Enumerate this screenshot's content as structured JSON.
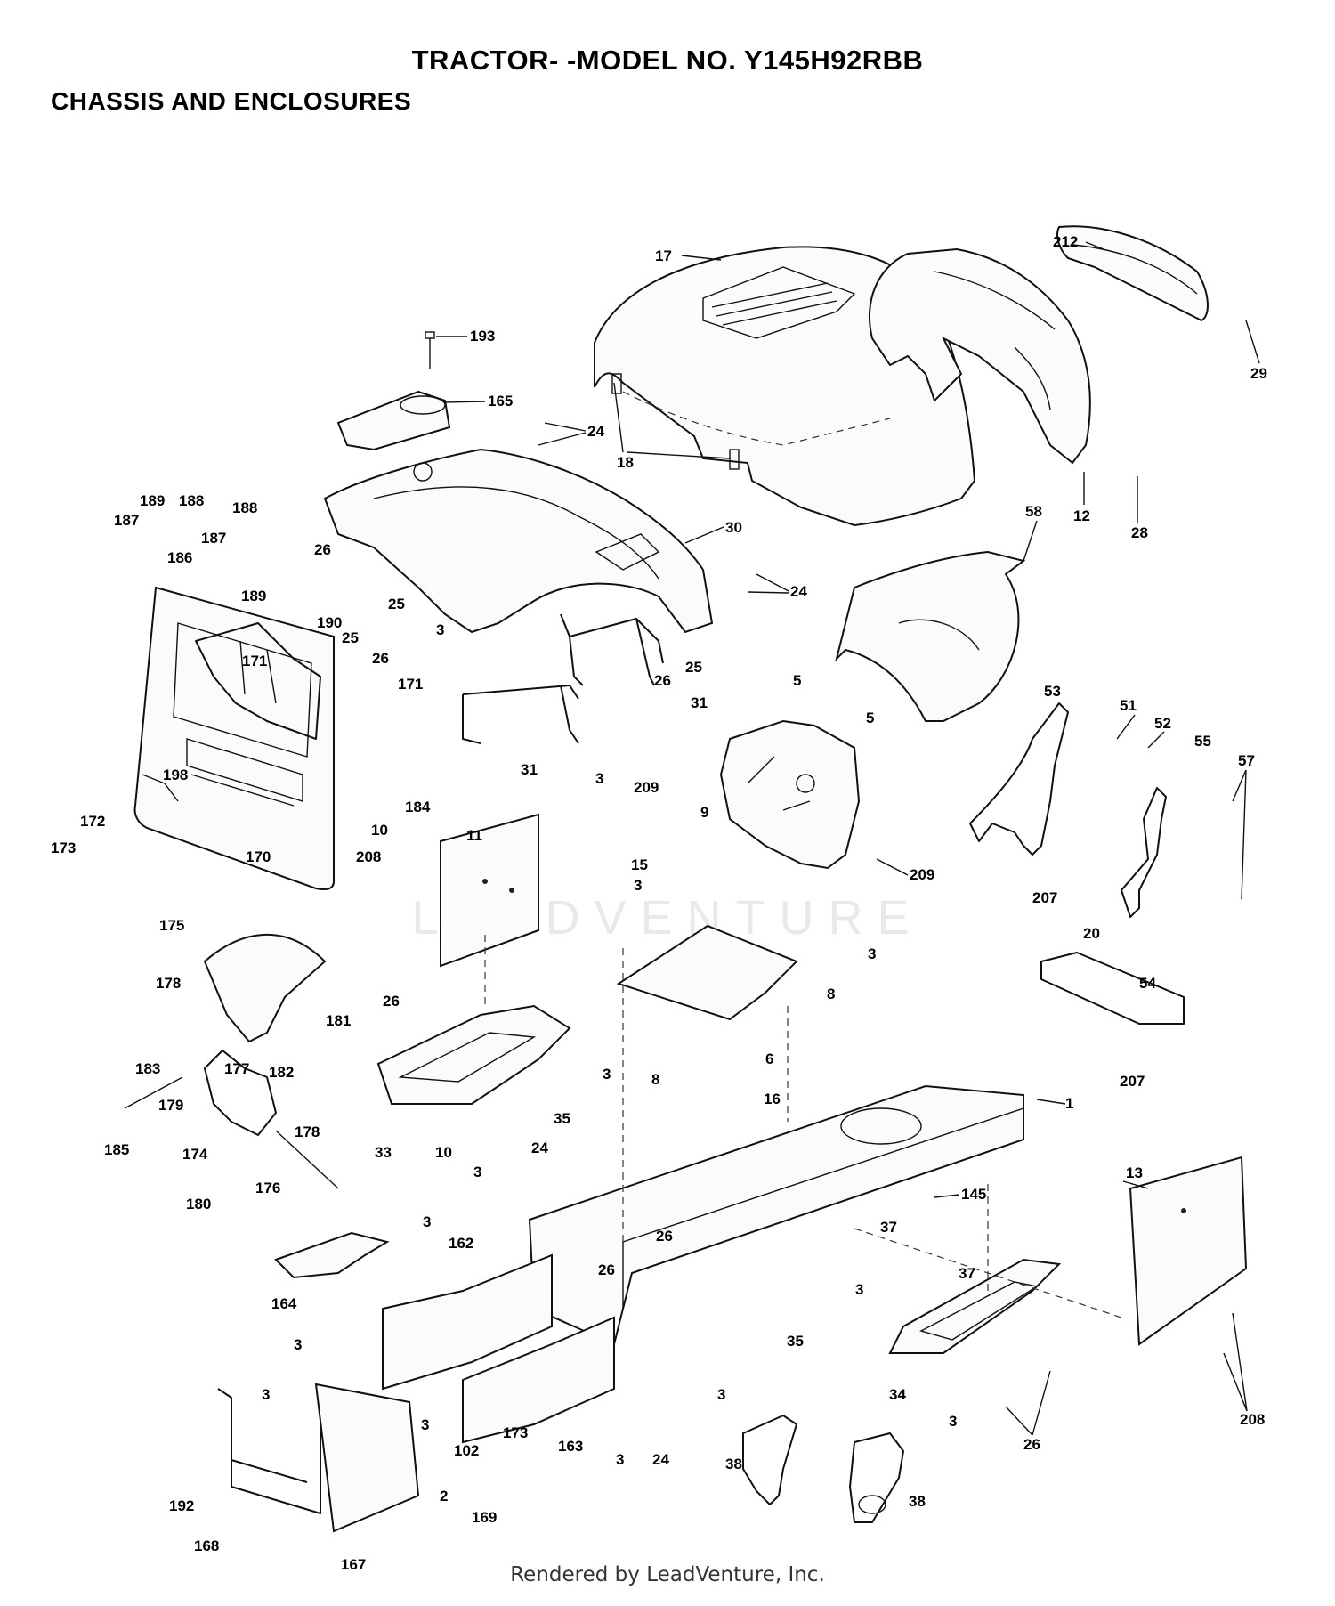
{
  "header": {
    "title": "TRACTOR- -MODEL NO. Y145H92RBB",
    "section": "CHASSIS AND ENCLOSURES"
  },
  "watermark": "LEADVENTURE",
  "footer": "Rendered by LeadVenture, Inc.",
  "callouts": [
    {
      "id": "c-17",
      "text": "17"
    },
    {
      "id": "c-212",
      "text": "212"
    },
    {
      "id": "c-29",
      "text": "29"
    },
    {
      "id": "c-193",
      "text": "193"
    },
    {
      "id": "c-165",
      "text": "165"
    },
    {
      "id": "c-24a",
      "text": "24"
    },
    {
      "id": "c-18",
      "text": "18"
    },
    {
      "id": "c-12",
      "text": "12"
    },
    {
      "id": "c-28",
      "text": "28"
    },
    {
      "id": "c-189a",
      "text": "189"
    },
    {
      "id": "c-188a",
      "text": "188"
    },
    {
      "id": "c-187a",
      "text": "187"
    },
    {
      "id": "c-188b",
      "text": "188"
    },
    {
      "id": "c-187b",
      "text": "187"
    },
    {
      "id": "c-186",
      "text": "186"
    },
    {
      "id": "c-189b",
      "text": "189"
    },
    {
      "id": "c-26a",
      "text": "26"
    },
    {
      "id": "c-25a",
      "text": "25"
    },
    {
      "id": "c-30",
      "text": "30"
    },
    {
      "id": "c-58",
      "text": "58"
    },
    {
      "id": "c-24b",
      "text": "24"
    },
    {
      "id": "c-190",
      "text": "190"
    },
    {
      "id": "c-25b",
      "text": "25"
    },
    {
      "id": "c-26b",
      "text": "26"
    },
    {
      "id": "c-171a",
      "text": "171"
    },
    {
      "id": "c-171b",
      "text": "171"
    },
    {
      "id": "c-3a",
      "text": "3"
    },
    {
      "id": "c-26c",
      "text": "26"
    },
    {
      "id": "c-25c",
      "text": "25"
    },
    {
      "id": "c-5a",
      "text": "5"
    },
    {
      "id": "c-31a",
      "text": "31"
    },
    {
      "id": "c-5b",
      "text": "5"
    },
    {
      "id": "c-53",
      "text": "53"
    },
    {
      "id": "c-51",
      "text": "51"
    },
    {
      "id": "c-52",
      "text": "52"
    },
    {
      "id": "c-55",
      "text": "55"
    },
    {
      "id": "c-57",
      "text": "57"
    },
    {
      "id": "c-31b",
      "text": "31"
    },
    {
      "id": "c-3b",
      "text": "3"
    },
    {
      "id": "c-209a",
      "text": "209"
    },
    {
      "id": "c-9",
      "text": "9"
    },
    {
      "id": "c-198",
      "text": "198"
    },
    {
      "id": "c-172",
      "text": "172"
    },
    {
      "id": "c-173a",
      "text": "173"
    },
    {
      "id": "c-184",
      "text": "184"
    },
    {
      "id": "c-10a",
      "text": "10"
    },
    {
      "id": "c-170",
      "text": "170"
    },
    {
      "id": "c-11",
      "text": "11"
    },
    {
      "id": "c-15",
      "text": "15"
    },
    {
      "id": "c-209b",
      "text": "209"
    },
    {
      "id": "c-208a",
      "text": "208"
    },
    {
      "id": "c-3c",
      "text": "3"
    },
    {
      "id": "c-207a",
      "text": "207"
    },
    {
      "id": "c-20",
      "text": "20"
    },
    {
      "id": "c-54",
      "text": "54"
    },
    {
      "id": "c-3d",
      "text": "3"
    },
    {
      "id": "c-175",
      "text": "175"
    },
    {
      "id": "c-8a",
      "text": "8"
    },
    {
      "id": "c-178a",
      "text": "178"
    },
    {
      "id": "c-26d",
      "text": "26"
    },
    {
      "id": "c-181",
      "text": "181"
    },
    {
      "id": "c-6",
      "text": "6"
    },
    {
      "id": "c-207b",
      "text": "207"
    },
    {
      "id": "c-183",
      "text": "183"
    },
    {
      "id": "c-177",
      "text": "177"
    },
    {
      "id": "c-182",
      "text": "182"
    },
    {
      "id": "c-3e",
      "text": "3"
    },
    {
      "id": "c-8b",
      "text": "8"
    },
    {
      "id": "c-179",
      "text": "179"
    },
    {
      "id": "c-178b",
      "text": "178"
    },
    {
      "id": "c-16",
      "text": "16"
    },
    {
      "id": "c-1",
      "text": "1"
    },
    {
      "id": "c-35a",
      "text": "35"
    },
    {
      "id": "c-185",
      "text": "185"
    },
    {
      "id": "c-174",
      "text": "174"
    },
    {
      "id": "c-33",
      "text": "33"
    },
    {
      "id": "c-10b",
      "text": "10"
    },
    {
      "id": "c-24c",
      "text": "24"
    },
    {
      "id": "c-180",
      "text": "180"
    },
    {
      "id": "c-176",
      "text": "176"
    },
    {
      "id": "c-3f",
      "text": "3"
    },
    {
      "id": "c-13",
      "text": "13"
    },
    {
      "id": "c-145",
      "text": "145"
    },
    {
      "id": "c-37a",
      "text": "37"
    },
    {
      "id": "c-3g",
      "text": "3"
    },
    {
      "id": "c-162",
      "text": "162"
    },
    {
      "id": "c-26e",
      "text": "26"
    },
    {
      "id": "c-26f",
      "text": "26"
    },
    {
      "id": "c-37b",
      "text": "37"
    },
    {
      "id": "c-164",
      "text": "164"
    },
    {
      "id": "c-3h",
      "text": "3"
    },
    {
      "id": "c-35b",
      "text": "35"
    },
    {
      "id": "c-3i",
      "text": "3"
    },
    {
      "id": "c-34",
      "text": "34"
    },
    {
      "id": "c-3j",
      "text": "3"
    },
    {
      "id": "c-173b",
      "text": "173"
    },
    {
      "id": "c-102",
      "text": "102"
    },
    {
      "id": "c-3k",
      "text": "3"
    },
    {
      "id": "c-163",
      "text": "163"
    },
    {
      "id": "c-24d",
      "text": "24"
    },
    {
      "id": "c-3l",
      "text": "3"
    },
    {
      "id": "c-3m",
      "text": "3"
    },
    {
      "id": "c-3n",
      "text": "3"
    },
    {
      "id": "c-26g",
      "text": "26"
    },
    {
      "id": "c-208b",
      "text": "208"
    },
    {
      "id": "c-38a",
      "text": "38"
    },
    {
      "id": "c-38b",
      "text": "38"
    },
    {
      "id": "c-192",
      "text": "192"
    },
    {
      "id": "c-2",
      "text": "2"
    },
    {
      "id": "c-169",
      "text": "169"
    },
    {
      "id": "c-168",
      "text": "168"
    },
    {
      "id": "c-167",
      "text": "167"
    }
  ]
}
